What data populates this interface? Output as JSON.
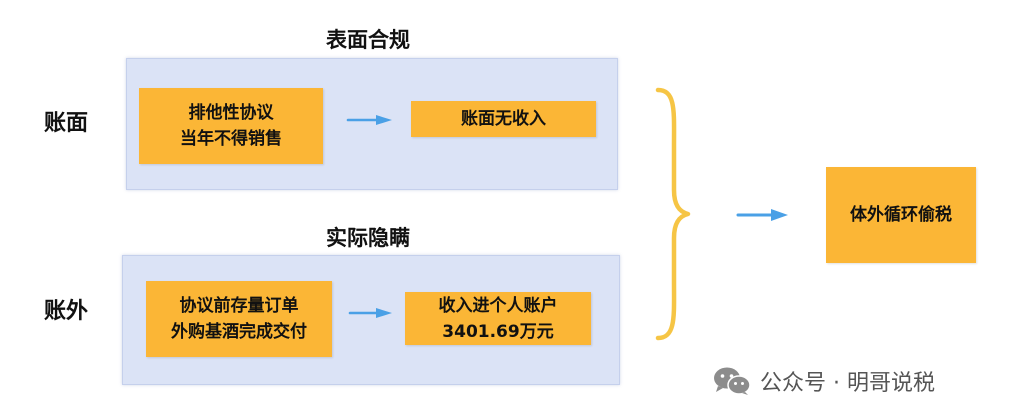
{
  "top_section": {
    "title": "表面合规",
    "side_label": "账面",
    "left_box": [
      "排他性协议",
      "当年不得销售"
    ],
    "right_box": [
      "账面无收入"
    ]
  },
  "bottom_section": {
    "title": "实际隐瞒",
    "side_label": "账外",
    "left_box": [
      "协议前存量订单",
      "外购基酒完成交付"
    ],
    "right_box": [
      "收入进个人账户",
      "3401.69万元"
    ]
  },
  "result_box": [
    "体外循环偷税"
  ],
  "colors": {
    "panel": "#dbe3f6",
    "box": "#fbb636",
    "arrow": "#4aa0e6",
    "brace": "#f6c545"
  },
  "watermark": {
    "icon": "wechat-icon",
    "text": "公众号 · 明哥说税"
  }
}
